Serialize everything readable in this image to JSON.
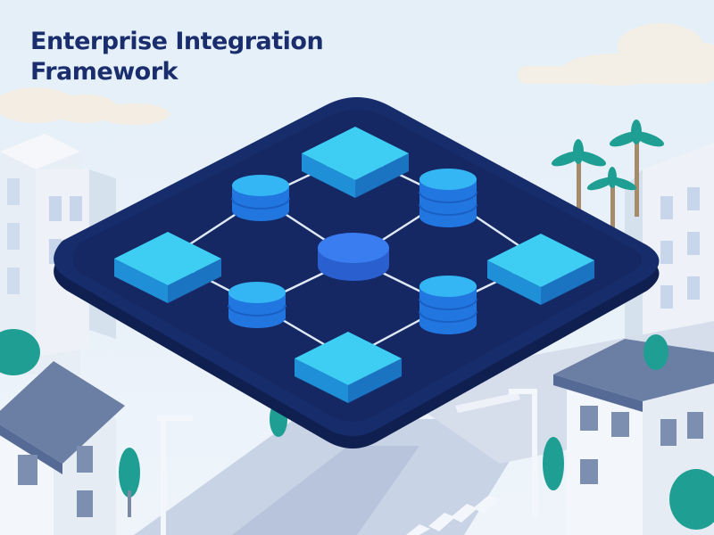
{
  "title": {
    "line1": "Enterprise Integration",
    "line2": "Framework"
  },
  "colors": {
    "title": "#1a2e6e",
    "sky": "#e4eff8",
    "platform": "#172c6b",
    "platform_edge": "#0f1f50",
    "module_top": "#3ecdf3",
    "module_side": "#1f8fd8",
    "database_top": "#35b6f4",
    "database_body": "#2176e0",
    "hub": "#3a7df0",
    "connector": "#dfe9f6",
    "building_wall": "#f3f6fa",
    "building_window": "#c7d6ea",
    "roof": "#6b7fa5",
    "tree": "#1f9e93",
    "road": "#b3bfd8"
  },
  "diagram": {
    "hub": {
      "id": "central-hub",
      "icon": "hub-disc-icon"
    },
    "modules": [
      {
        "id": "module-top",
        "icon": "module-box-icon"
      },
      {
        "id": "module-left",
        "icon": "module-box-icon"
      },
      {
        "id": "module-right",
        "icon": "module-box-icon"
      },
      {
        "id": "module-bottom",
        "icon": "module-box-icon"
      }
    ],
    "databases": [
      {
        "id": "database-upper-left",
        "icon": "database-icon",
        "tiers": 2
      },
      {
        "id": "database-upper-right",
        "icon": "database-icon",
        "tiers": 3
      },
      {
        "id": "database-lower-left",
        "icon": "database-icon",
        "tiers": 2
      },
      {
        "id": "database-lower-right",
        "icon": "database-icon",
        "tiers": 3
      }
    ],
    "links": [
      [
        "module-top",
        "database-upper-left"
      ],
      [
        "module-top",
        "database-upper-right"
      ],
      [
        "module-left",
        "database-upper-left"
      ],
      [
        "module-left",
        "database-lower-left"
      ],
      [
        "module-right",
        "database-upper-right"
      ],
      [
        "module-right",
        "database-lower-right"
      ],
      [
        "module-bottom",
        "database-lower-left"
      ],
      [
        "module-bottom",
        "database-lower-right"
      ],
      [
        "central-hub",
        "database-upper-left"
      ],
      [
        "central-hub",
        "database-upper-right"
      ],
      [
        "central-hub",
        "database-lower-left"
      ],
      [
        "central-hub",
        "database-lower-right"
      ]
    ]
  }
}
